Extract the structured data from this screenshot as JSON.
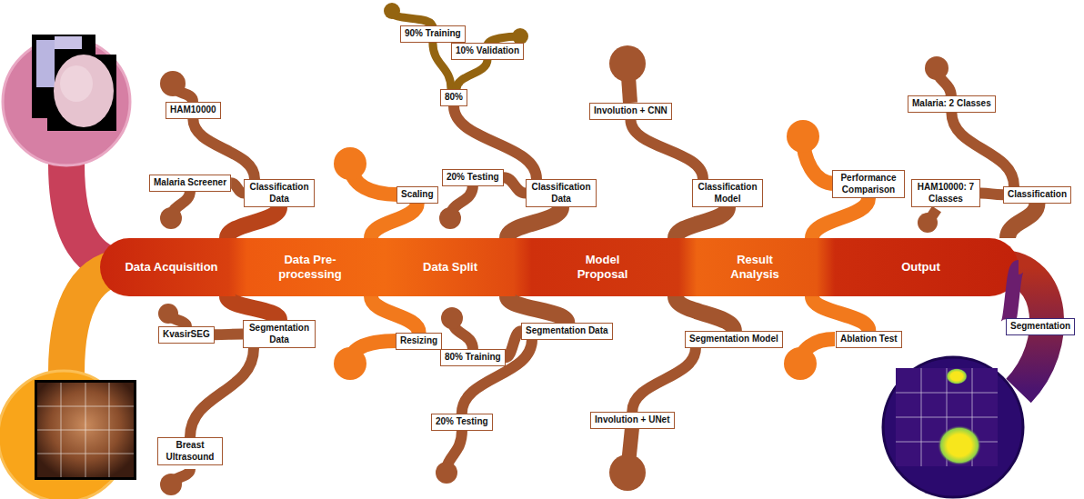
{
  "diagram": {
    "nodes": [
      {
        "text": [
          "Data Acquisition"
        ]
      },
      {
        "text": [
          "Classification Data"
        ]
      },
      {
        "text": [
          "HAM10000"
        ]
      },
      {
        "text": [
          "Malaria Screener"
        ]
      },
      {
        "text": [
          "Segmentation Data"
        ]
      },
      {
        "text": [
          "KvasirSEG"
        ]
      },
      {
        "text": [
          "Breast Ultrasound"
        ]
      },
      {
        "text": [
          "Data Pre-processing"
        ]
      },
      {
        "text": [
          "Scaling"
        ]
      },
      {
        "text": [
          "Resizing"
        ]
      },
      {
        "text": [
          "Data Split"
        ]
      },
      {
        "text": [
          "Classification Data"
        ]
      },
      {
        "text": [
          "80%"
        ]
      },
      {
        "text": [
          "90% Training"
        ]
      },
      {
        "text": [
          "10% Validation"
        ]
      },
      {
        "text": [
          "20% Testing"
        ]
      },
      {
        "text": [
          "Segmentation Data"
        ]
      },
      {
        "text": [
          "80% Training"
        ]
      },
      {
        "text": [
          "20% Testing"
        ]
      },
      {
        "text": [
          "Model Proposal"
        ]
      },
      {
        "text": [
          "Classification Model"
        ]
      },
      {
        "text": [
          "Involution + CNN"
        ]
      },
      {
        "text": [
          "Segmentation Model"
        ]
      },
      {
        "text": [
          "Involution + UNet"
        ]
      },
      {
        "text": [
          "Result Analysis"
        ]
      },
      {
        "text": [
          "Performance Comparison"
        ]
      },
      {
        "text": [
          "Ablation Test"
        ]
      },
      {
        "text": [
          "Output"
        ]
      },
      {
        "text": [
          "Classification"
        ]
      },
      {
        "text": [
          "Malaria: 2 Classes"
        ]
      },
      {
        "text": [
          "HAM10000: 7 Classes"
        ]
      },
      {
        "text": [
          "Segmentation"
        ]
      }
    ],
    "edges": [
      {
        "from": 0,
        "to": 1,
        "arrow": "none"
      },
      {
        "from": 1,
        "to": 2,
        "arrow": "none"
      },
      {
        "from": 1,
        "to": 3,
        "arrow": "none"
      },
      {
        "from": 0,
        "to": 4,
        "arrow": "none"
      },
      {
        "from": 4,
        "to": 5,
        "arrow": "none"
      },
      {
        "from": 4,
        "to": 6,
        "arrow": "none"
      },
      {
        "from": 7,
        "to": 8,
        "arrow": "none"
      },
      {
        "from": 7,
        "to": 9,
        "arrow": "none"
      },
      {
        "from": 10,
        "to": 11,
        "arrow": "none"
      },
      {
        "from": 11,
        "to": 12,
        "arrow": "none"
      },
      {
        "from": 12,
        "to": 13,
        "arrow": "none"
      },
      {
        "from": 12,
        "to": 14,
        "arrow": "none"
      },
      {
        "from": 11,
        "to": 15,
        "arrow": "none"
      },
      {
        "from": 10,
        "to": 16,
        "arrow": "none"
      },
      {
        "from": 16,
        "to": 17,
        "arrow": "none"
      },
      {
        "from": 16,
        "to": 18,
        "arrow": "none"
      },
      {
        "from": 19,
        "to": 20,
        "arrow": "none"
      },
      {
        "from": 20,
        "to": 21,
        "arrow": "none"
      },
      {
        "from": 19,
        "to": 22,
        "arrow": "none"
      },
      {
        "from": 22,
        "to": 23,
        "arrow": "none"
      },
      {
        "from": 24,
        "to": 25,
        "arrow": "none"
      },
      {
        "from": 24,
        "to": 26,
        "arrow": "none"
      },
      {
        "from": 27,
        "to": 28,
        "arrow": "none"
      },
      {
        "from": 28,
        "to": 29,
        "arrow": "none"
      },
      {
        "from": 28,
        "to": 30,
        "arrow": "none"
      },
      {
        "from": 27,
        "to": 31,
        "arrow": "none"
      }
    ]
  }
}
